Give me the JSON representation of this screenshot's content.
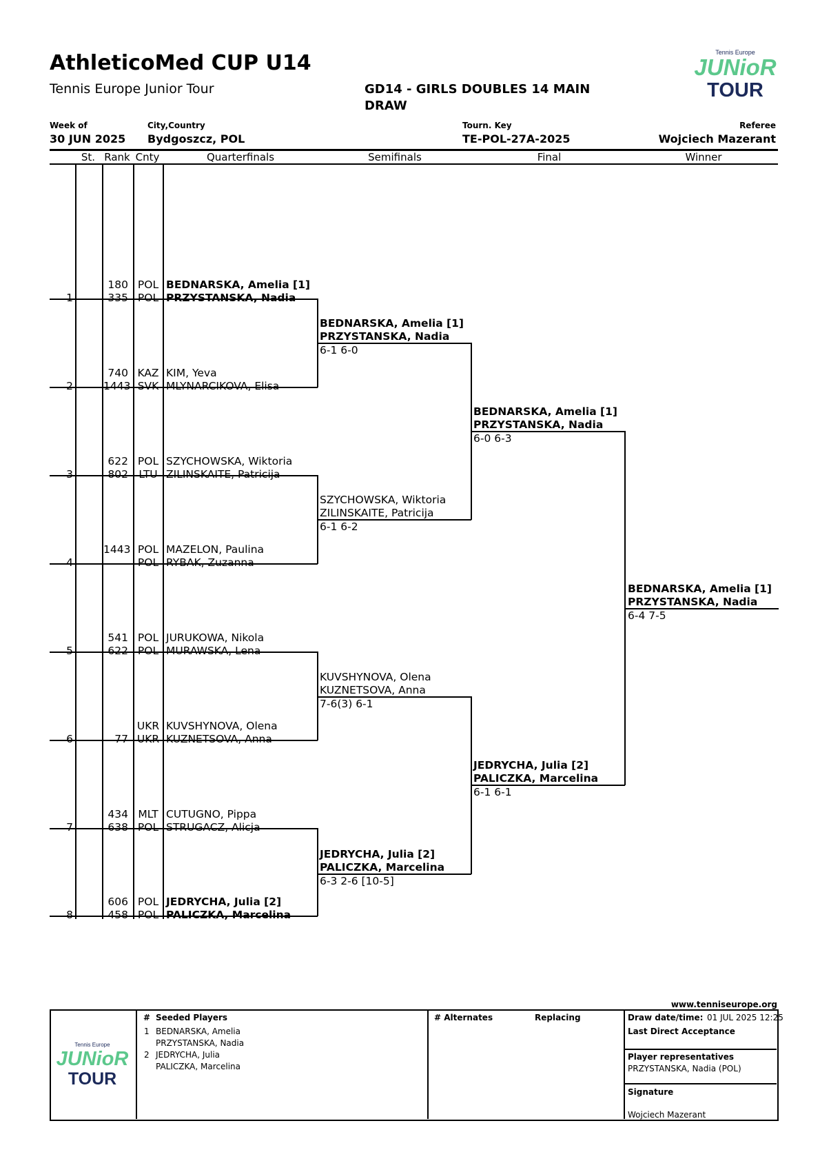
{
  "header": {
    "title": "AthleticoMed CUP U14",
    "subtitle": "Tennis Europe Junior Tour",
    "event": "GD14 - GIRLS DOUBLES 14 MAIN DRAW",
    "week_label": "Week of",
    "week_value": "30 JUN 2025",
    "city_label": "City,Country",
    "city_value": "Bydgoszcz, POL",
    "key_label": "Tourn. Key",
    "key_value": "TE-POL-27A-2025",
    "referee_label": "Referee",
    "referee_value": "Wojciech Mazerant"
  },
  "logo": {
    "top": "Tennis Europe",
    "line1": "JUNioR",
    "line2": "TOUR",
    "green": "#5cc88c",
    "navy": "#1c2a5a"
  },
  "columns": {
    "st": "St.",
    "rank": "Rank",
    "cnty": "Cnty",
    "qf": "Quarterfinals",
    "sf": "Semifinals",
    "final": "Final",
    "winner": "Winner"
  },
  "entries": [
    {
      "num": "1",
      "p1": {
        "rank": "180",
        "cnty": "POL",
        "name": "BEDNARSKA, Amelia [1]"
      },
      "p2": {
        "rank": "335",
        "cnty": "POL",
        "name": "PRZYSTANSKA, Nadia"
      },
      "bold": true
    },
    {
      "num": "2",
      "p1": {
        "rank": "740",
        "cnty": "KAZ",
        "name": "KIM, Yeva"
      },
      "p2": {
        "rank": "1443",
        "cnty": "SVK",
        "name": "MLYNARCIKOVA, Elisa"
      },
      "bold": false
    },
    {
      "num": "3",
      "p1": {
        "rank": "622",
        "cnty": "POL",
        "name": "SZYCHOWSKA, Wiktoria"
      },
      "p2": {
        "rank": "802",
        "cnty": "LTU",
        "name": "ZILINSKAITE, Patricija"
      },
      "bold": false
    },
    {
      "num": "4",
      "p1": {
        "rank": "1443",
        "cnty": "POL",
        "name": "MAZELON, Paulina"
      },
      "p2": {
        "rank": "",
        "cnty": "POL",
        "name": "RYBAK, Zuzanna"
      },
      "bold": false
    },
    {
      "num": "5",
      "p1": {
        "rank": "541",
        "cnty": "POL",
        "name": "JURUKOWA, Nikola"
      },
      "p2": {
        "rank": "622",
        "cnty": "POL",
        "name": "MURAWSKA, Lena"
      },
      "bold": false
    },
    {
      "num": "6",
      "p1": {
        "rank": "",
        "cnty": "UKR",
        "name": "KUVSHYNOVA, Olena"
      },
      "p2": {
        "rank": "77",
        "cnty": "UKR",
        "name": "KUZNETSOVA, Anna"
      },
      "bold": false
    },
    {
      "num": "7",
      "p1": {
        "rank": "434",
        "cnty": "MLT",
        "name": "CUTUGNO, Pippa"
      },
      "p2": {
        "rank": "638",
        "cnty": "POL",
        "name": "STRUGACZ, Alicja"
      },
      "bold": false
    },
    {
      "num": "8",
      "p1": {
        "rank": "606",
        "cnty": "POL",
        "name": "JEDRYCHA, Julia [2]"
      },
      "p2": {
        "rank": "458",
        "cnty": "POL",
        "name": "PALICZKA, Marcelina"
      },
      "bold": true
    }
  ],
  "semifinals": [
    {
      "p1": "BEDNARSKA, Amelia [1]",
      "p2": "PRZYSTANSKA, Nadia",
      "score": "6-1 6-0",
      "bold": true
    },
    {
      "p1": "SZYCHOWSKA, Wiktoria",
      "p2": "ZILINSKAITE, Patricija",
      "score": "6-1 6-2",
      "bold": false
    },
    {
      "p1": "KUVSHYNOVA, Olena",
      "p2": "KUZNETSOVA, Anna",
      "score": "7-6(3) 6-1",
      "bold": false
    },
    {
      "p1": "JEDRYCHA, Julia [2]",
      "p2": "PALICZKA, Marcelina",
      "score": "6-3 2-6 [10-5]",
      "bold": true
    }
  ],
  "final": [
    {
      "p1": "BEDNARSKA, Amelia [1]",
      "p2": "PRZYSTANSKA, Nadia",
      "score": "6-0 6-3",
      "bold": true
    },
    {
      "p1": "JEDRYCHA, Julia [2]",
      "p2": "PALICZKA, Marcelina",
      "score": "6-1 6-1",
      "bold": true
    }
  ],
  "winner": {
    "p1": "BEDNARSKA, Amelia [1]",
    "p2": "PRZYSTANSKA, Nadia",
    "score": "6-4 7-5",
    "bold": true
  },
  "footer": {
    "website": "www.tenniseurope.org",
    "seeded_hash": "#",
    "seeded_title": "Seeded Players",
    "seeds": [
      {
        "num": "1",
        "p1": "BEDNARSKA, Amelia",
        "p2": "PRZYSTANSKA, Nadia"
      },
      {
        "num": "2",
        "p1": "JEDRYCHA, Julia",
        "p2": "PALICZKA, Marcelina"
      }
    ],
    "alternates_title": "# Alternates",
    "replacing_title": "Replacing",
    "draw_date_label": "Draw date/time:",
    "draw_date_value": "01 JUL 2025 12:25",
    "lda_label": "Last Direct Acceptance",
    "reps_label": "Player representatives",
    "reps_value": "PRZYSTANSKA, Nadia (POL)",
    "signature_label": "Signature",
    "signature_value": "Wojciech Mazerant"
  }
}
